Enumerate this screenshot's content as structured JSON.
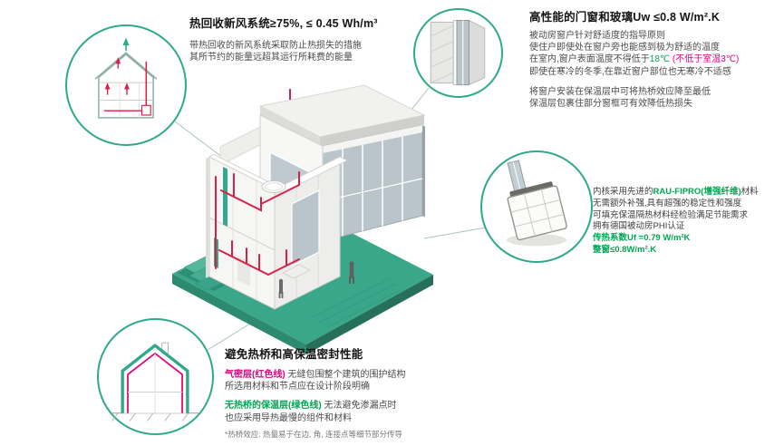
{
  "colors": {
    "teal": "#2fa98c",
    "magenta": "#e5007d",
    "green": "#00a651",
    "duct_red": "#d6224a"
  },
  "ventilation": {
    "title": "热回收新风系统≥75%, ≤ 0.45 Wh/m³",
    "desc1": "带热回收的新风系统采取防止热损失的措施",
    "desc2": "其所节约的能量远超其运行所耗费的能量"
  },
  "windows": {
    "title": "高性能的门窗和玻璃Uw ≤0.8 W/m².K",
    "p1_l1": "被动房窗户针对舒适度的指导原则",
    "p1_l2": "使住户即使处在窗户旁也能感到极为舒适的温度",
    "p1_l3a": "在室内,窗户表面温度不得低于",
    "p1_l3b": "18℃",
    "p1_l3c": " (不低于室温3℃)",
    "p1_l4": "即使在寒冷的冬季,在靠近窗户部位也无寒冷不适感",
    "p2_l1": "将窗户安装在保温层中可将热桥效应降至最低",
    "p2_l2": "保温层包裹住部分窗框可有效降低热损失"
  },
  "profile": {
    "l1a": "内核采用先进的",
    "l1b": "RAU-FIPRO(增强纤维)",
    "l1c": "材料",
    "l2": "无需额外补强,具有超强的稳定性和强度",
    "l3": "可填充保温隔热材料经检验满足节能需求",
    "l4": "拥有德国被动房PHI认证",
    "l5": "传热系数Uf =0.79 W/m²K",
    "l6": "整窗≤0.8W/m².K"
  },
  "thermal": {
    "title": "避免热桥和高保温密封性能",
    "p1_label": "气密层(红色线)",
    "p1_text": " 无缝包围整个建筑的围护结构",
    "p1_l2": "所选用材料和节点应在设计阶段明确",
    "p2_label": "无热桥的保温层(绿色线)",
    "p2_text": " 无法避免渗漏点时",
    "p2_l2": "也应采用导热最慢的组件和材料",
    "footnote": "*热桥效应: 热量易于在边, 角, 连接点等细节部分传导"
  }
}
